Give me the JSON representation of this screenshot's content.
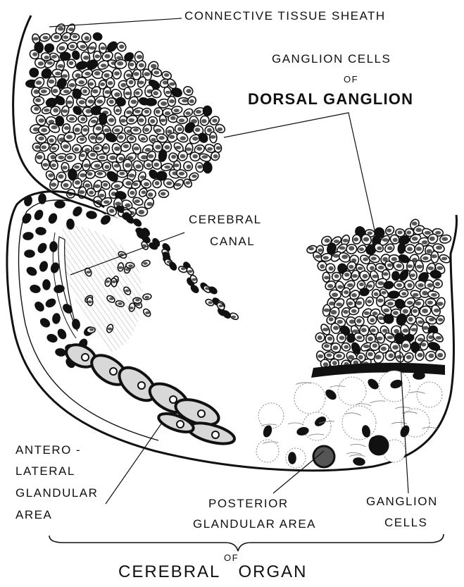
{
  "labels": {
    "connective_tissue_sheath": "CONNECTIVE TISSUE SHEATH",
    "ganglion_cells_top": "GANGLION CELLS",
    "of_top": "OF",
    "dorsal_ganglion": "DORSAL GANGLION",
    "cerebral": "CEREBRAL",
    "canal": "CANAL",
    "antero": "ANTERO -",
    "lateral": "LATERAL",
    "glandular": "GLANDULAR",
    "area": "AREA",
    "posterior": "POSTERIOR",
    "glandular_area": "GLANDULAR AREA",
    "ganglion": "GANGLION",
    "cells": "CELLS",
    "of_bottom": "OF",
    "cerebral_organ": "CEREBRAL   ORGAN"
  },
  "colors": {
    "ink": "#111111",
    "paper": "#ffffff",
    "nucleus_fill": "#555555",
    "glandular_gray": "#d8d8d8"
  }
}
